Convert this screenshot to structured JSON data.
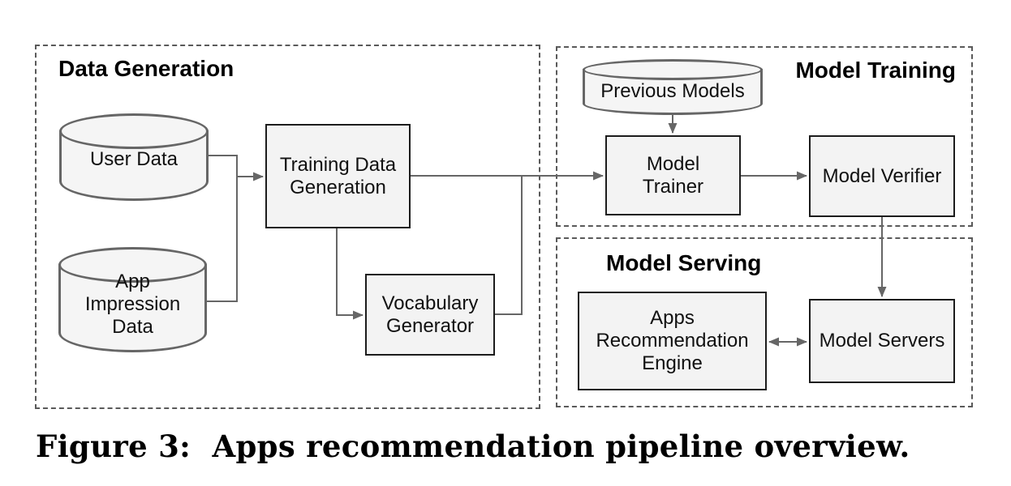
{
  "caption": "Figure 3:  Apps recommendation pipeline overview.",
  "sections": {
    "data_generation": {
      "title": "Data Generation"
    },
    "model_training": {
      "title": "Model Training"
    },
    "model_serving": {
      "title": "Model Serving"
    }
  },
  "nodes": {
    "user_data": {
      "shape": "cylinder",
      "label": "User Data",
      "lines": [
        "User Data"
      ]
    },
    "app_impression_data": {
      "shape": "cylinder",
      "label": "App Impression Data",
      "lines": [
        "App",
        "Impression",
        "Data"
      ]
    },
    "training_data_generation": {
      "shape": "process",
      "label": "Training Data Generation",
      "lines": [
        "Training Data",
        "Generation"
      ]
    },
    "vocabulary_generator": {
      "shape": "process",
      "label": "Vocabulary Generator",
      "lines": [
        "Vocabulary",
        "Generator"
      ]
    },
    "previous_models": {
      "shape": "cylinder",
      "label": "Previous Models",
      "lines": [
        "Previous Models"
      ]
    },
    "model_trainer": {
      "shape": "process",
      "label": "Model Trainer",
      "lines": [
        "Model",
        "Trainer"
      ]
    },
    "model_verifier": {
      "shape": "process",
      "label": "Model Verifier",
      "lines": [
        "Model Verifier"
      ]
    },
    "model_servers": {
      "shape": "process",
      "label": "Model Servers",
      "lines": [
        "Model Servers"
      ]
    },
    "apps_recommendation_engine": {
      "shape": "process",
      "label": "Apps Recommendation Engine",
      "lines": [
        "Apps",
        "Recommendation",
        "Engine"
      ]
    }
  },
  "edges": [
    {
      "from": "user_data",
      "to": "training_data_generation",
      "arrow": "end"
    },
    {
      "from": "app_impression_data",
      "to": "training_data_generation",
      "arrow": "end"
    },
    {
      "from": "training_data_generation",
      "to": "model_trainer",
      "arrow": "end"
    },
    {
      "from": "training_data_generation",
      "to": "vocabulary_generator",
      "arrow": "end"
    },
    {
      "from": "vocabulary_generator",
      "to": "model_trainer",
      "arrow": "merge"
    },
    {
      "from": "previous_models",
      "to": "model_trainer",
      "arrow": "end"
    },
    {
      "from": "model_trainer",
      "to": "model_verifier",
      "arrow": "end"
    },
    {
      "from": "model_verifier",
      "to": "model_servers",
      "arrow": "end"
    },
    {
      "from": "apps_recommendation_engine",
      "to": "model_servers",
      "arrow": "both"
    }
  ],
  "colors": {
    "background": "#ffffff",
    "node_fill": "#f3f3f3",
    "node_border": "#1c1c1c",
    "cylinder_border": "#666666",
    "connector": "#666666",
    "section_border": "#5a5a5a",
    "text": "#111111"
  }
}
